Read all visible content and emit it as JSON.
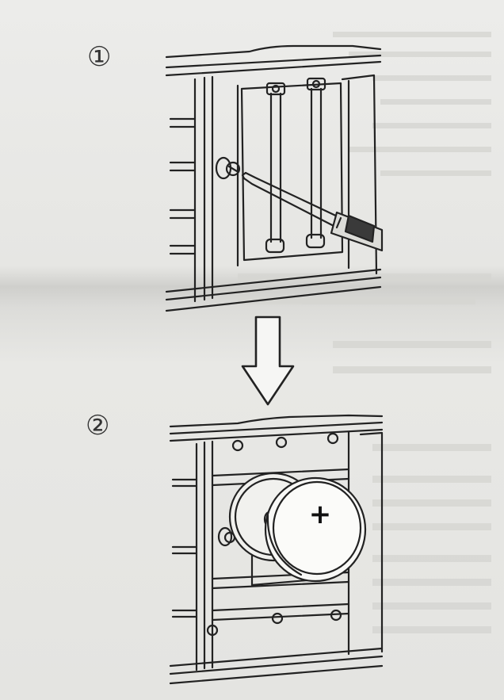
{
  "steps": [
    {
      "marker": "①",
      "illustration": "screwdriver-removing-cover-screw"
    },
    {
      "marker": "②",
      "illustration": "battery-cover-removed"
    }
  ],
  "battery": {
    "polarity_mark": "+"
  },
  "arrow": {
    "direction": "down"
  }
}
